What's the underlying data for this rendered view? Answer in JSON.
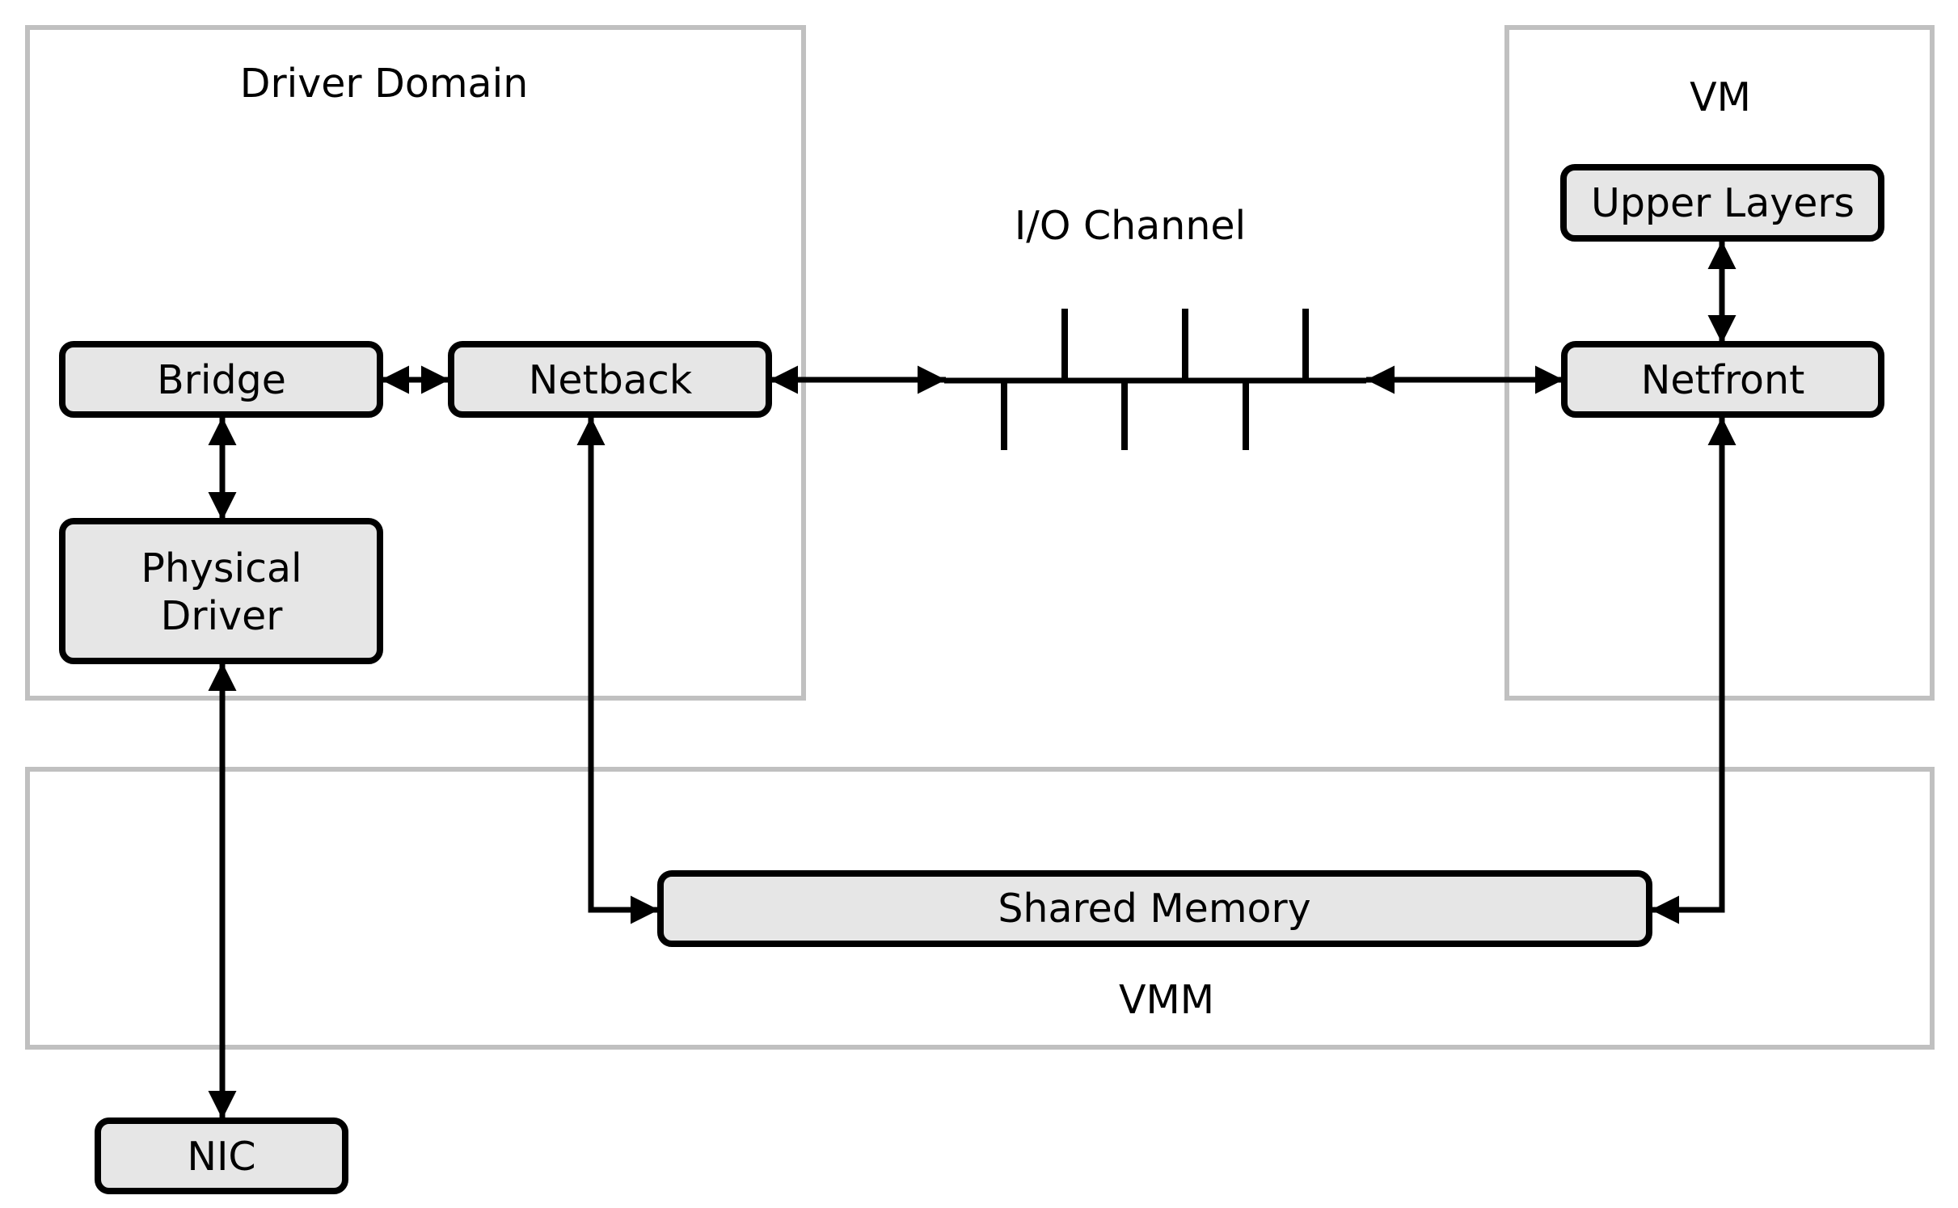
{
  "regions": {
    "driver_domain": "Driver Domain",
    "vm": "VM",
    "vmm": "VMM"
  },
  "channel": {
    "label": "I/O Channel"
  },
  "nodes": {
    "bridge": "Bridge",
    "netback": "Netback",
    "physical_driver": [
      "Physical",
      "Driver"
    ],
    "nic": "NIC",
    "upper_layers": "Upper Layers",
    "netfront": "Netfront",
    "shared_memory": "Shared Memory"
  },
  "colors": {
    "box_fill": "#e6e6e6",
    "region_border": "#c0c0c0",
    "stroke": "#000000"
  }
}
